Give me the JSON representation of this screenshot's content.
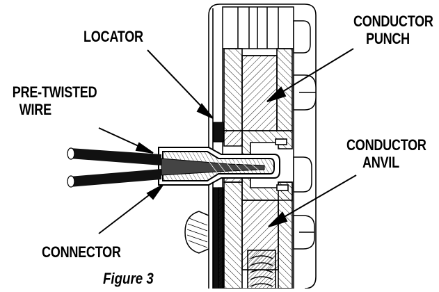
{
  "labels": {
    "locator": "LOCATOR",
    "pre_twisted_wire_line1": "PRE-TWISTED",
    "pre_twisted_wire_line2": "WIRE",
    "connector": "CONNECTOR",
    "conductor_punch_line1": "CONDUCTOR",
    "conductor_punch_line2": "PUNCH",
    "conductor_anvil_line1": "CONDUCTOR",
    "conductor_anvil_line2": "ANVIL"
  },
  "figure_caption": "Figure 3",
  "colors": {
    "ink": "#000000",
    "paper": "#ffffff"
  }
}
